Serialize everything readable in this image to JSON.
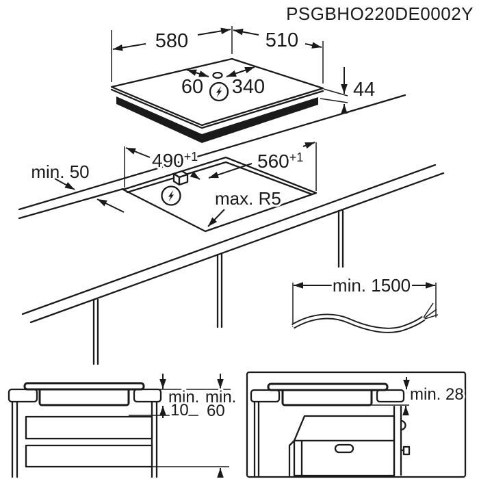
{
  "title": "PSGBHO220DE0002Y",
  "colors": {
    "line": "#1a1a1a",
    "background": "#ffffff"
  },
  "hob_top_view": {
    "width": "580",
    "depth": "510",
    "height": "44",
    "cable_offset_left": "60",
    "cable_offset_right": "340",
    "power_icon": "lightning-bolt-in-circle",
    "cable_outlet_icon": "oval-cable-outlet"
  },
  "cutout_view": {
    "cutout_depth": "490",
    "cutout_depth_tolerance": "+1",
    "cutout_width": "560",
    "cutout_width_tolerance": "+1",
    "min_edge_distance": "min. 50",
    "max_corner_radius": "max. R5",
    "power_icon": "lightning-bolt-in-circle",
    "junction_box_icon": "mains-junction-box"
  },
  "cable_view": {
    "min_cable_length": "min. 1500"
  },
  "section_drawer_view": {
    "gap_label_1": "min.",
    "gap_value_1": "10",
    "gap_label_2": "min.",
    "gap_value_2": "60"
  },
  "section_oven_view": {
    "min_oven_clearance": "min. 28"
  }
}
